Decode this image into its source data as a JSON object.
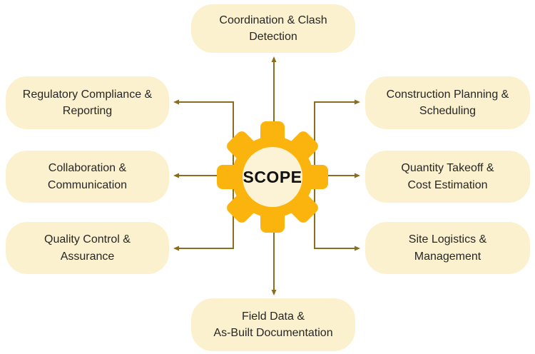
{
  "diagram": {
    "center": {
      "label": "SCOPE"
    },
    "nodes": {
      "top": {
        "label": "Coordination & Clash\nDetection"
      },
      "left_top": {
        "label": "Regulatory Compliance &\nReporting"
      },
      "left_mid": {
        "label": "Collaboration &\nCommunication"
      },
      "left_bottom": {
        "label": "Quality Control &\nAssurance"
      },
      "right_top": {
        "label": "Construction Planning &\nScheduling"
      },
      "right_mid": {
        "label": "Quantity Takeoff &\nCost Estimation"
      },
      "right_bottom": {
        "label": "Site Logistics &\nManagement"
      },
      "bottom": {
        "label": "Field Data &\nAs-Built Documentation"
      }
    },
    "colors": {
      "gear": "#FBB40E",
      "gear_hub": "#FCF3D6",
      "node_fill": "#FCF1CE",
      "connector": "#8A6D1F",
      "text": "#262626"
    }
  }
}
